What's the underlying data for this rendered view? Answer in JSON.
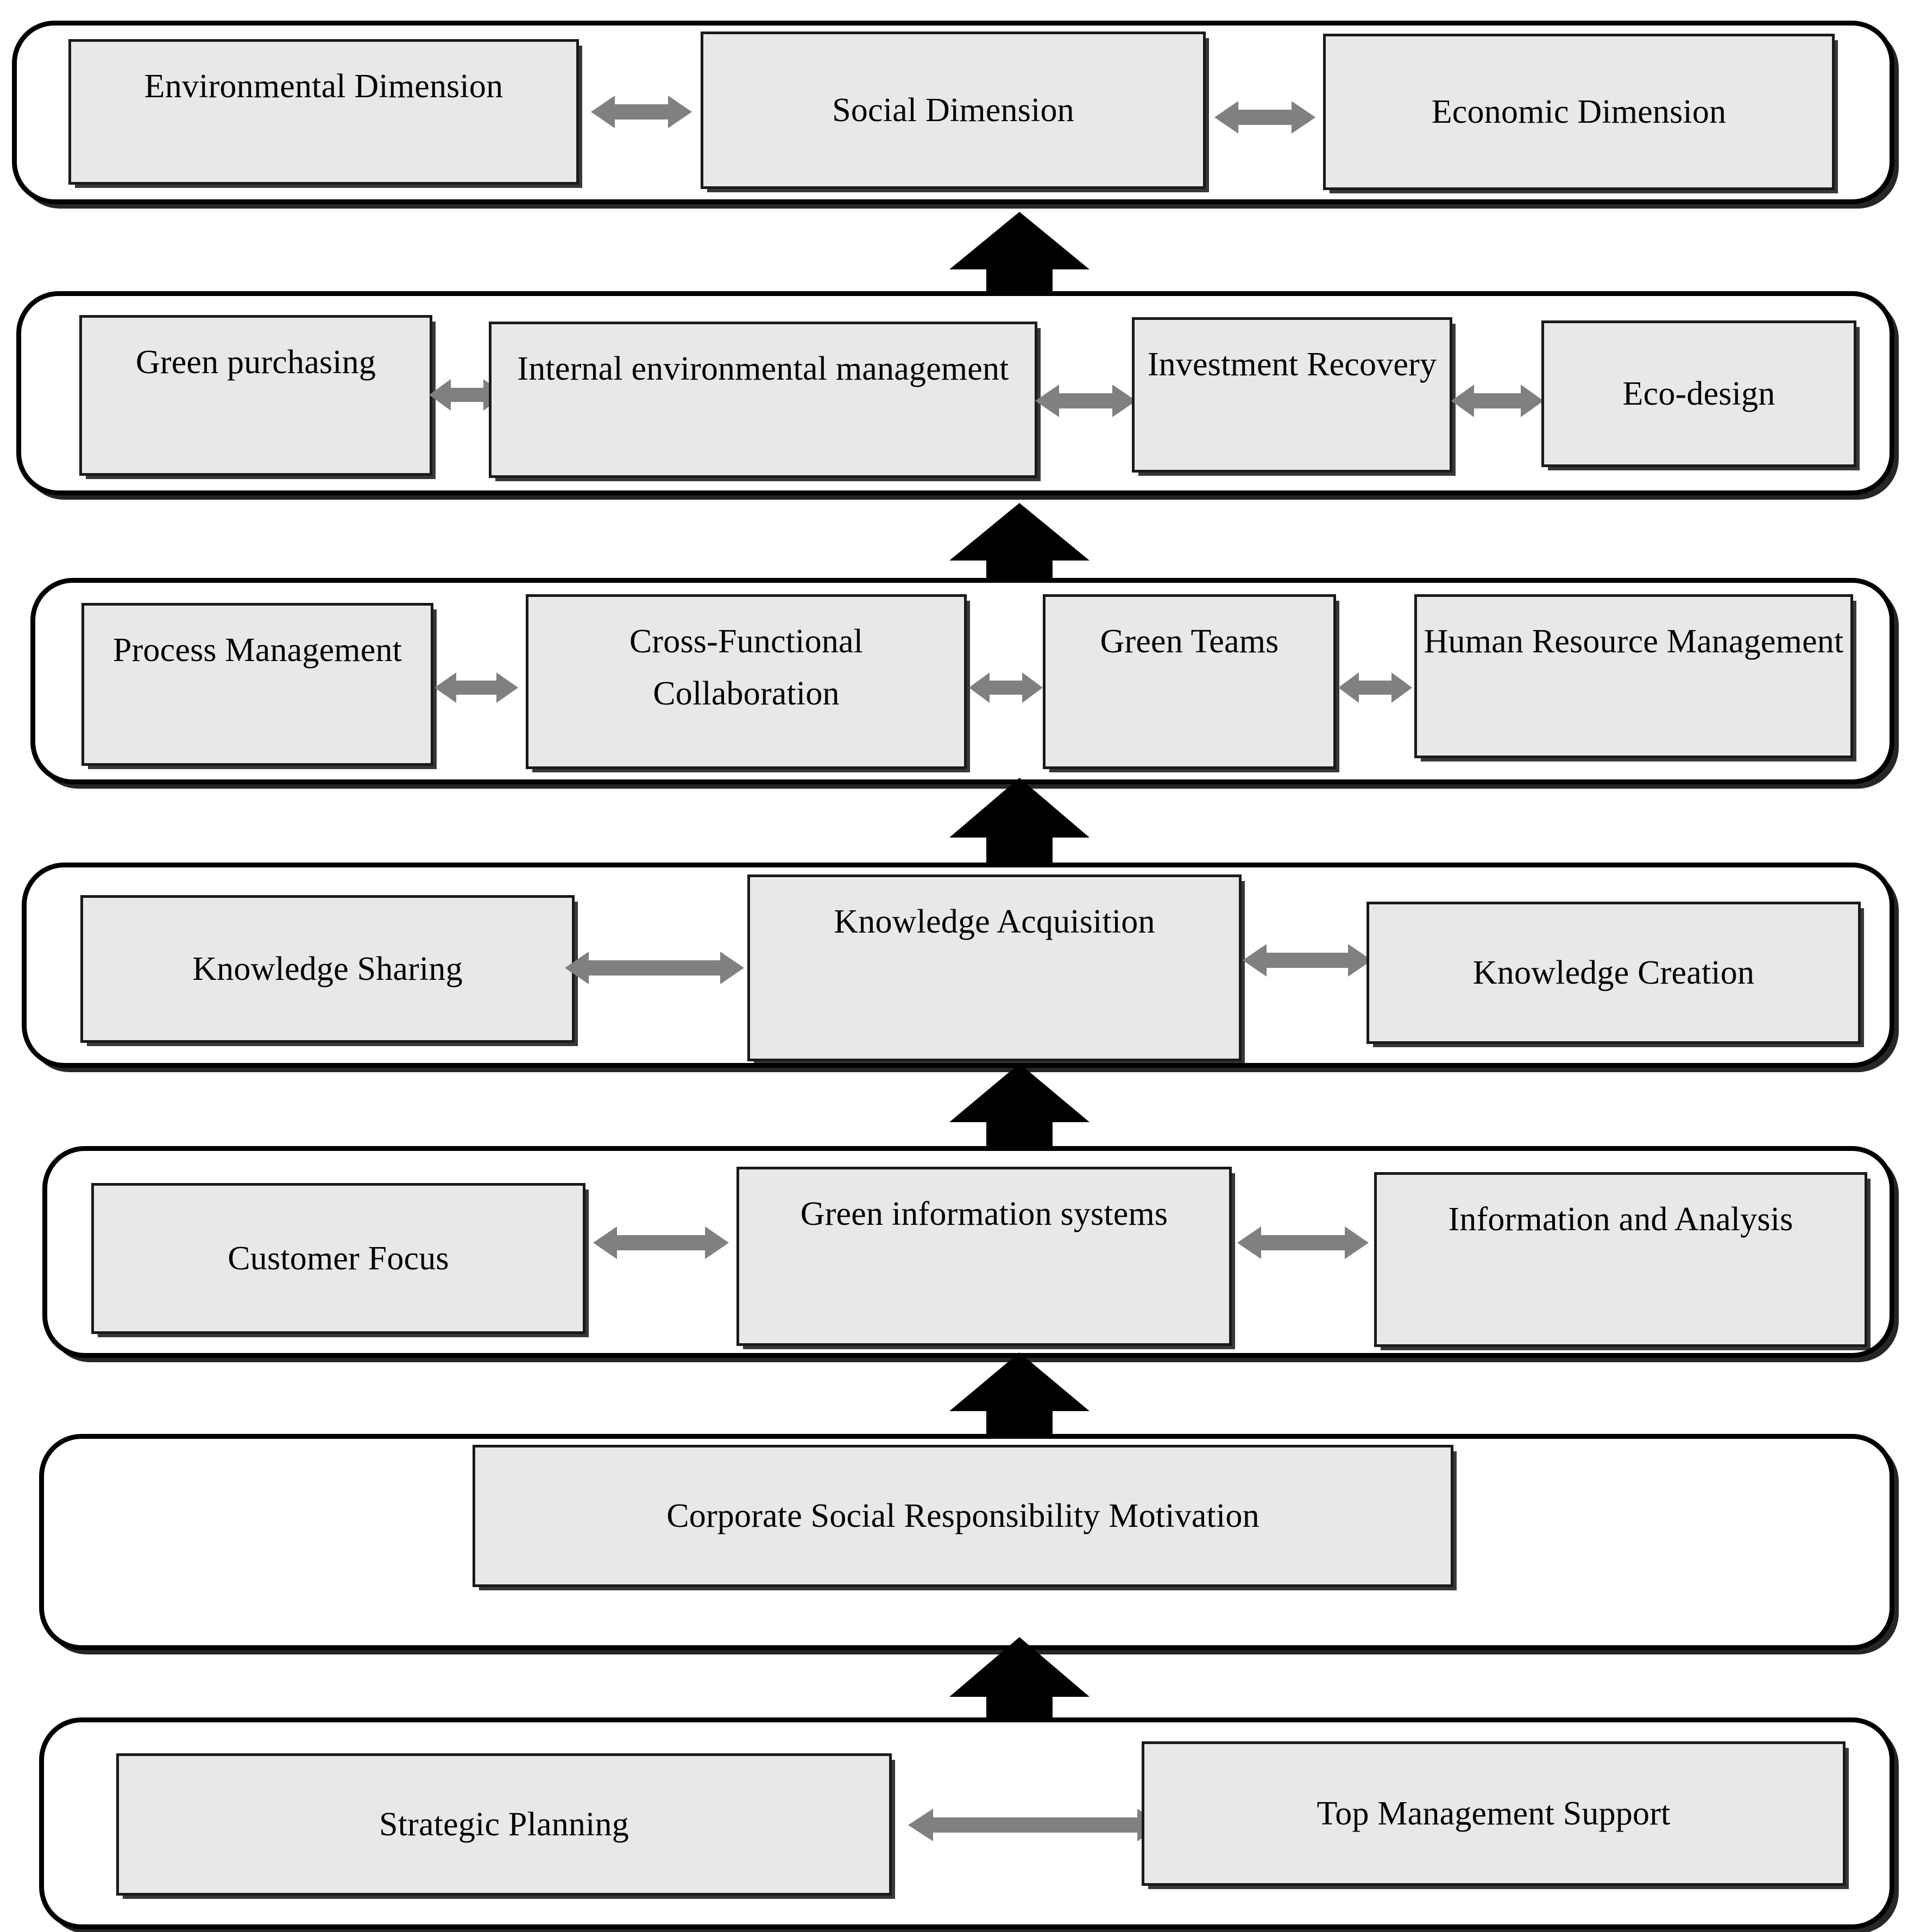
{
  "diagram": {
    "title": "Conceptual framework linking management practices to sustainability dimensions",
    "box_fill": "#e8e8e8",
    "box_border": "#1a1a1a",
    "band_border": "#000000",
    "link_arrow_color": "#808080",
    "flow_arrow_color": "#000000"
  },
  "levels": [
    {
      "id": "sustainability-dimensions",
      "boxes": [
        {
          "id": "environmental-dimension",
          "label": "Environmental Dimension"
        },
        {
          "id": "social-dimension",
          "label": "Social Dimension"
        },
        {
          "id": "economic-dimension",
          "label": "Economic Dimension"
        }
      ],
      "links": [
        {
          "id": "environmental-to-social",
          "type": "double-arrow"
        },
        {
          "id": "social-to-economic",
          "type": "double-arrow"
        }
      ]
    },
    {
      "id": "green-supply-chain-practices",
      "boxes": [
        {
          "id": "green-purchasing",
          "label": "Green purchasing"
        },
        {
          "id": "internal-environmental-management",
          "label": "Internal environmental management"
        },
        {
          "id": "investment-recovery",
          "label": "Investment Recovery"
        },
        {
          "id": "eco-design",
          "label": "Eco-design"
        }
      ],
      "links": [
        {
          "id": "green-purchasing-to-internal-environmental-management",
          "type": "double-arrow"
        },
        {
          "id": "internal-environmental-management-to-investment-recovery",
          "type": "double-arrow"
        },
        {
          "id": "investment-recovery-to-eco-design",
          "type": "double-arrow"
        }
      ]
    },
    {
      "id": "organisational-practices",
      "boxes": [
        {
          "id": "process-management",
          "label": "Process Management"
        },
        {
          "id": "cross-functional-collaboration",
          "label": "Cross-Functional Collaboration"
        },
        {
          "id": "green-teams",
          "label": "Green Teams"
        },
        {
          "id": "human-resource-management",
          "label": "Human Resource Management"
        }
      ],
      "links": [
        {
          "id": "process-management-to-cross-functional-collaboration",
          "type": "double-arrow"
        },
        {
          "id": "cross-functional-collaboration-to-green-teams",
          "type": "double-arrow"
        },
        {
          "id": "green-teams-to-human-resource-management",
          "type": "double-arrow"
        }
      ]
    },
    {
      "id": "knowledge-management",
      "boxes": [
        {
          "id": "knowledge-sharing",
          "label": "Knowledge Sharing"
        },
        {
          "id": "knowledge-acquisition",
          "label": "Knowledge Acquisition"
        },
        {
          "id": "knowledge-creation",
          "label": "Knowledge Creation"
        }
      ],
      "links": [
        {
          "id": "knowledge-sharing-to-knowledge-acquisition",
          "type": "double-arrow"
        },
        {
          "id": "knowledge-acquisition-to-knowledge-creation",
          "type": "double-arrow"
        }
      ]
    },
    {
      "id": "information-systems",
      "boxes": [
        {
          "id": "customer-focus",
          "label": "Customer Focus"
        },
        {
          "id": "green-information-systems",
          "label": "Green information systems"
        },
        {
          "id": "information-and-analysis",
          "label": "Information and Analysis"
        }
      ],
      "links": [
        {
          "id": "customer-focus-to-green-information-systems",
          "type": "double-arrow"
        },
        {
          "id": "green-information-systems-to-information-and-analysis",
          "type": "double-arrow"
        }
      ]
    },
    {
      "id": "motivation",
      "boxes": [
        {
          "id": "corporate-social-responsibility-motivation",
          "label": "Corporate Social Responsibility Motivation"
        }
      ],
      "links": []
    },
    {
      "id": "leadership",
      "boxes": [
        {
          "id": "strategic-planning",
          "label": "Strategic Planning"
        },
        {
          "id": "top-management-support",
          "label": "Top Management Support"
        }
      ],
      "links": [
        {
          "id": "strategic-planning-to-top-management-support",
          "type": "double-arrow"
        }
      ]
    }
  ],
  "flow_arrows": [
    {
      "id": "leadership-to-motivation",
      "direction": "up"
    },
    {
      "id": "motivation-to-information-systems",
      "direction": "up"
    },
    {
      "id": "information-systems-to-knowledge-management",
      "direction": "up"
    },
    {
      "id": "knowledge-management-to-organisational-practices",
      "direction": "up"
    },
    {
      "id": "organisational-practices-to-green-supply-chain-practices",
      "direction": "up"
    },
    {
      "id": "green-supply-chain-practices-to-sustainability-dimensions",
      "direction": "up"
    }
  ]
}
